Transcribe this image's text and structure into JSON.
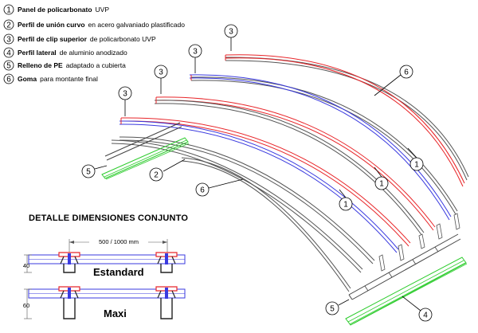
{
  "legend": [
    {
      "num": "1",
      "bold": "Panel de policarbonato",
      "text": "UVP"
    },
    {
      "num": "2",
      "bold": "Perfil de unión curvo",
      "text": "en acero galvaniado plastificado"
    },
    {
      "num": "3",
      "bold": "Perfil de clip superior",
      "text": "de policarbonato UVP"
    },
    {
      "num": "4",
      "bold": "Perfil lateral",
      "text": "de aluminio anodizado"
    },
    {
      "num": "5",
      "bold": "Relleno de PE",
      "text": "adaptado a cubierta"
    },
    {
      "num": "6",
      "bold": "Goma",
      "text": "para montante final"
    }
  ],
  "callouts": {
    "c3a": "3",
    "c3b": "3",
    "c3c": "3",
    "c3d": "3",
    "c6a": "6",
    "c6b": "6",
    "c1a": "1",
    "c1b": "1",
    "c1c": "1",
    "c2": "2",
    "c5a": "5",
    "c5b": "5",
    "c4": "4"
  },
  "detail": {
    "title": "DETALLE DIMENSIONES CONJUNTO",
    "span": "500 / 1000 mm",
    "dim_standard": "40",
    "dim_maxi": "60",
    "label_standard": "Estandard",
    "label_maxi": "Maxi"
  },
  "colors": {
    "red": "#e8262a",
    "blue": "#3a3adf",
    "gray": "#555555",
    "green": "#2ecc2e"
  }
}
